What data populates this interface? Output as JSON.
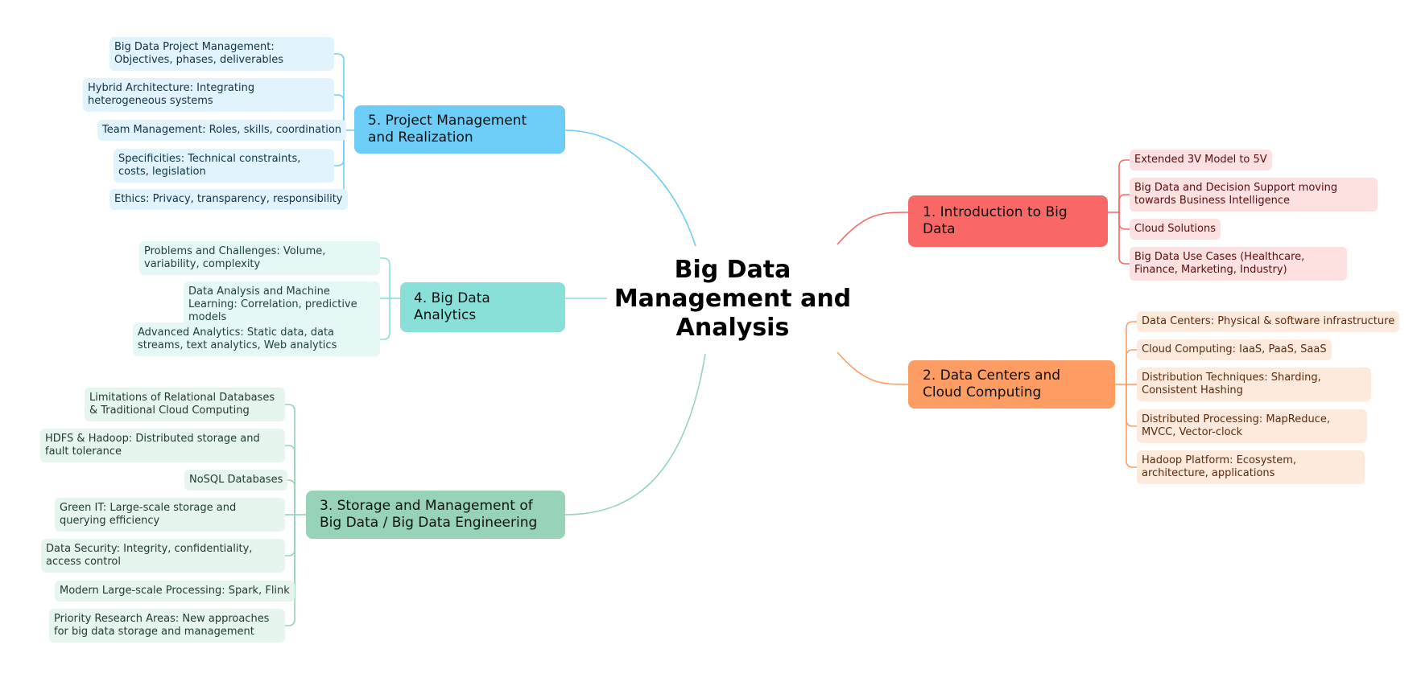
{
  "central_topic": "Big Data Management and Analysis",
  "colors": {
    "branch1": "#fa6767",
    "branch2": "#fd9d64",
    "branch3": "#96d3b8",
    "branch4": "#88e0d8",
    "branch5": "#6dcdf7"
  },
  "branches": [
    {
      "label": "1. Introduction to Big Data",
      "items": [
        "Extended 3V Model to 5V",
        "Big Data and Decision Support moving towards Business Intelligence",
        "Cloud Solutions",
        "Big Data Use Cases (Healthcare, Finance, Marketing, Industry)"
      ]
    },
    {
      "label": "2. Data Centers and Cloud Computing",
      "items": [
        "Data Centers: Physical & software infrastructure",
        "Cloud Computing: IaaS, PaaS, SaaS",
        "Distribution Techniques: Sharding, Consistent Hashing",
        "Distributed Processing: MapReduce, MVCC, Vector-clock",
        "Hadoop Platform: Ecosystem, architecture, applications"
      ]
    },
    {
      "label": "3. Storage and Management of Big Data / Big Data Engineering",
      "items": [
        "Limitations of Relational Databases & Traditional Cloud Computing",
        "HDFS & Hadoop: Distributed storage and fault tolerance",
        "NoSQL Databases",
        "Green IT: Large-scale storage and querying efficiency",
        "Data Security: Integrity, confidentiality, access control",
        "Modern Large-scale Processing: Spark, Flink",
        "Priority Research Areas: New approaches for big data storage and management"
      ]
    },
    {
      "label": "4. Big Data Analytics",
      "items": [
        "Problems and Challenges: Volume, variability, complexity",
        "Data Analysis and Machine Learning: Correlation, predictive models",
        "Advanced Analytics: Static data, data streams, text analytics, Web analytics"
      ]
    },
    {
      "label": "5. Project Management and Realization",
      "items": [
        "Big Data Project Management: Objectives, phases, deliverables",
        "Hybrid Architecture: Integrating heterogeneous systems",
        "Team Management: Roles, skills, coordination",
        "Specificities: Technical constraints, costs, legislation",
        "Ethics: Privacy, transparency, responsibility"
      ]
    }
  ]
}
